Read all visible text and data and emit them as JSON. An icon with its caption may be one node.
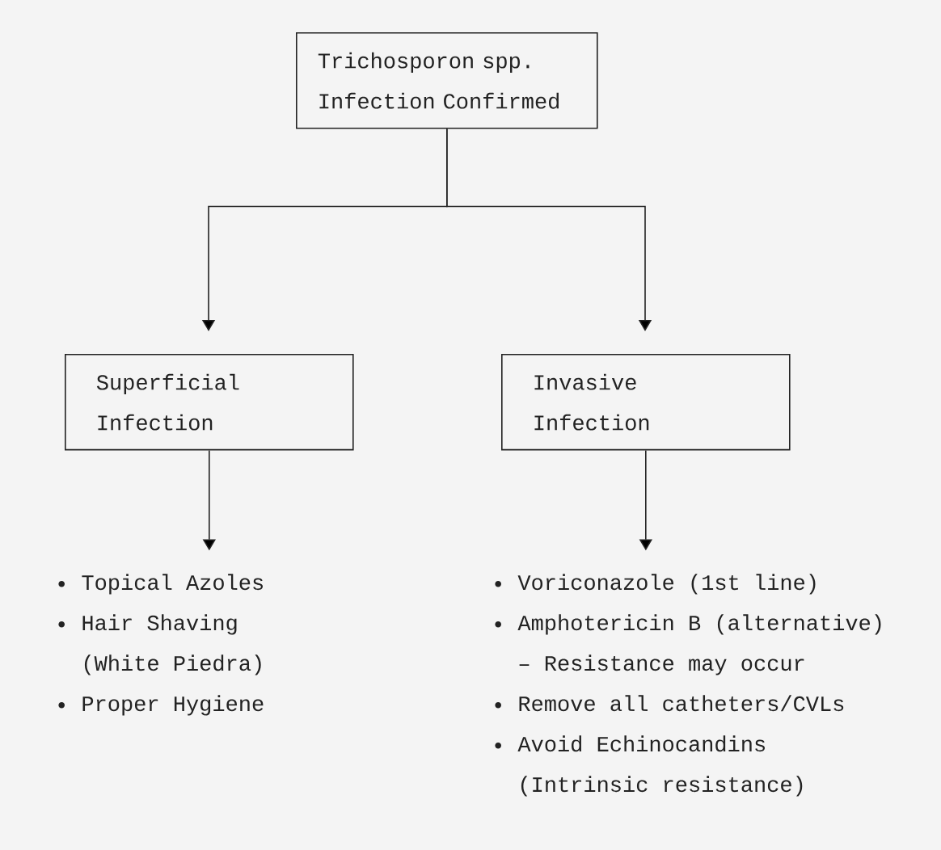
{
  "diagram": {
    "nodes": [
      {
        "text": [
          "Trichosporon spp. Infection Confirmed"
        ]
      },
      {
        "text": [
          "Superficial Infection"
        ]
      },
      {
        "text": [
          "Invasive Infection"
        ]
      },
      {
        "text": [
          "Topical Azoles",
          "Hair Shaving (White Piedra)",
          "Proper Hygiene"
        ]
      },
      {
        "text": [
          "Voriconazole (1st line)",
          "Amphotericin B (alternative) – Resistance may occur",
          "Remove all catheters/CVLs",
          "Avoid Echinocandins (Intrinsic resistance)"
        ]
      }
    ],
    "edges": [
      {
        "from": 0,
        "to": 1,
        "arrow": "to"
      },
      {
        "from": 0,
        "to": 2,
        "arrow": "to"
      },
      {
        "from": 1,
        "to": 3,
        "arrow": "to"
      },
      {
        "from": 2,
        "to": 4,
        "arrow": "to"
      }
    ]
  }
}
